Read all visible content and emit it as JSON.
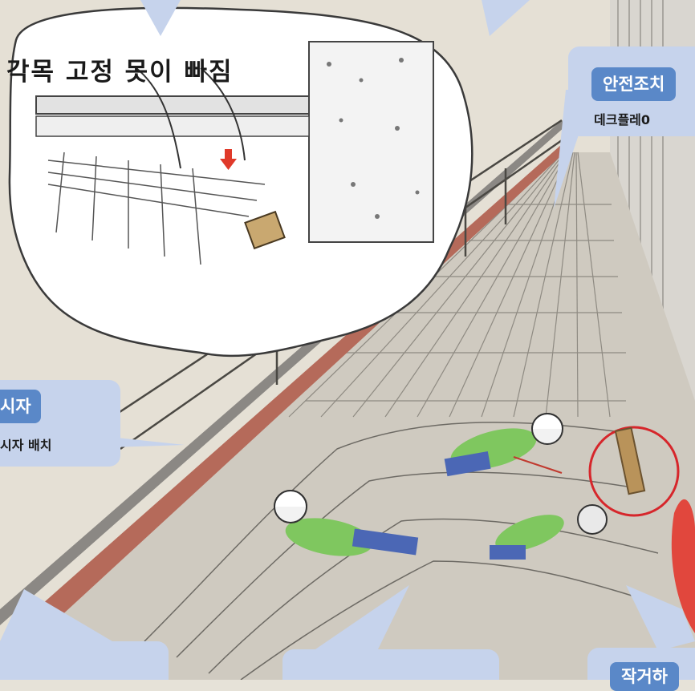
{
  "illustration": {
    "thought_bubble_caption": "각목 고정 못이 빠짐"
  },
  "callouts": {
    "top_right": {
      "tag": "안전조치",
      "text": "데크플레0"
    },
    "left": {
      "tag": "시자",
      "text": "시자 배치"
    },
    "bottom_right": {
      "tag": "작거하"
    }
  },
  "colors": {
    "callout_bg": "#c6d3ec",
    "tag_bg": "#5a88c8",
    "highlight_circle": "#d6262b",
    "arrow": "#e03a2a"
  }
}
